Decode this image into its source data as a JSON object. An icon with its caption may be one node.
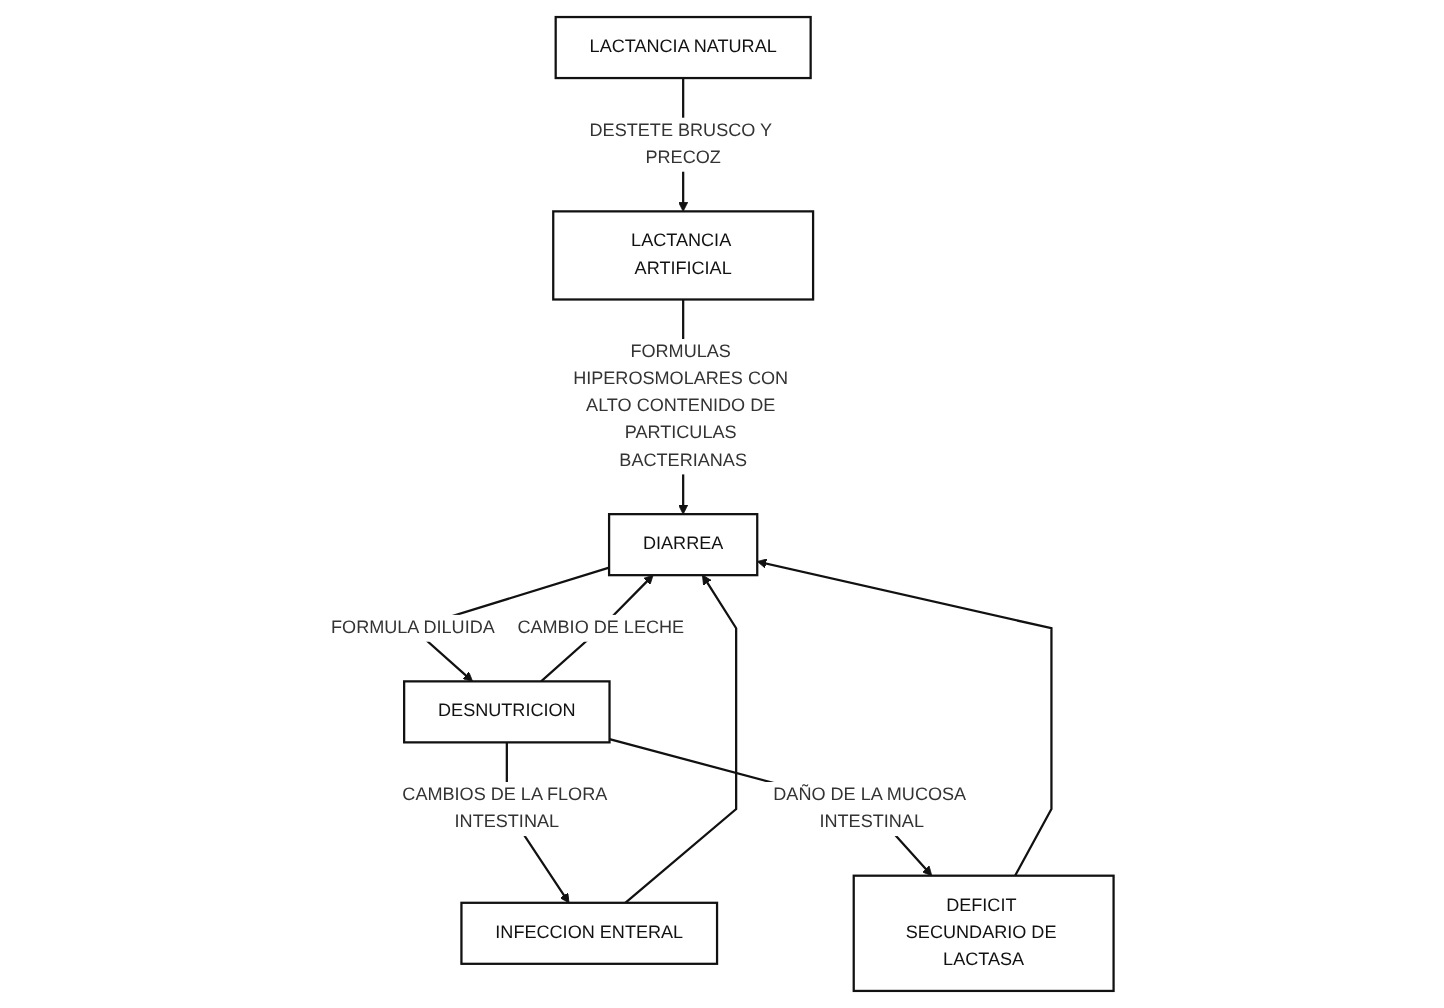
{
  "diagram": {
    "nodes": [
      {
        "text": [
          "LACTANCIA NATURAL"
        ]
      },
      {
        "text": [
          "LACTANCIA ARTIFICIAL"
        ]
      },
      {
        "text": [
          "DIARREA"
        ]
      },
      {
        "text": [
          "INFECCION ENTERAL"
        ]
      },
      {
        "text": [
          "DEFICIT SECUNDARIO DE LACTASA"
        ]
      },
      {
        "text": [
          "DESNUTRICION"
        ]
      }
    ],
    "edges": [
      {
        "from": 0,
        "to": 1,
        "arrow": "to",
        "label": "DESTETE BRUSCO Y PRECOZ"
      },
      {
        "from": 1,
        "to": 2,
        "arrow": "to",
        "label": "FORMULAS HIPEROSMOLARES CON ALTO CONTENIDO DE PARTICULAS BACTERIANAS"
      },
      {
        "from": 5,
        "to": 2,
        "arrow": "to",
        "label": "CAMBIO DE LECHE"
      },
      {
        "from": 2,
        "to": 5,
        "arrow": "to",
        "label": "FORMULA DILUIDA"
      },
      {
        "from": 5,
        "to": 3,
        "arrow": "to",
        "label": "CAMBIOS DE LA FLORA INTESTINAL"
      },
      {
        "from": 3,
        "to": 2,
        "arrow": "to"
      },
      {
        "from": 5,
        "to": 4,
        "arrow": "to",
        "label": "DAÑO DE LA MUCOSA INTESTINAL"
      },
      {
        "from": 4,
        "to": 2,
        "arrow": "to"
      }
    ]
  }
}
